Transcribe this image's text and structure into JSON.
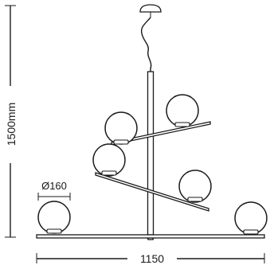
{
  "dimensions": {
    "height_label": "1500mm",
    "width_label": "1150",
    "globe_diameter_label": "Ø160"
  },
  "lamp": {
    "globe_count": 6,
    "arm_count": 3
  }
}
